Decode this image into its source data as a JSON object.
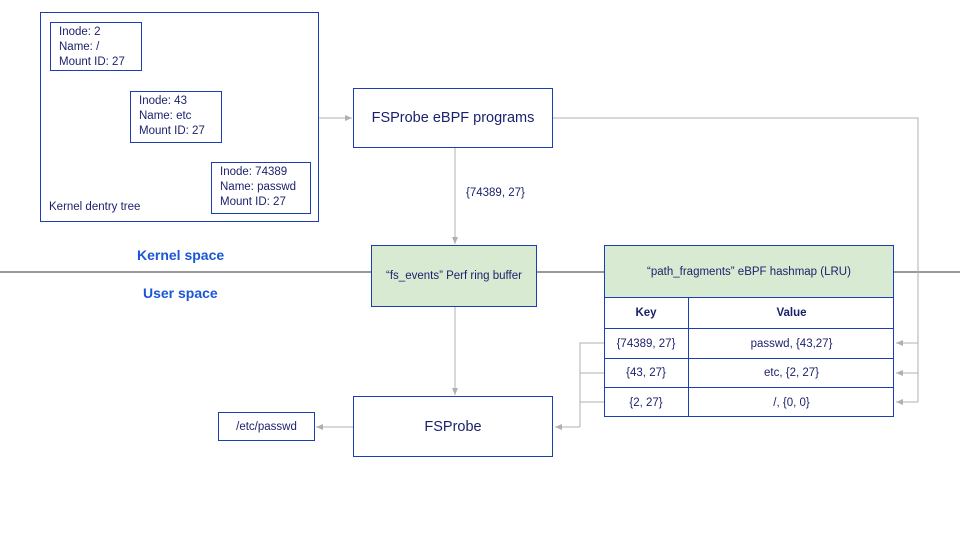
{
  "dentry_tree": {
    "caption": "Kernel dentry tree",
    "nodes": [
      {
        "inode": "Inode: 2",
        "name": "Name: /",
        "mount": "Mount ID: 27"
      },
      {
        "inode": "Inode: 43",
        "name": "Name: etc",
        "mount": "Mount ID: 27"
      },
      {
        "inode": "Inode: 74389",
        "name": "Name: passwd",
        "mount": "Mount ID: 27"
      }
    ]
  },
  "ebpf_programs": "FSProbe eBPF programs",
  "event_label": "{74389, 27}",
  "kernel_space": "Kernel space",
  "user_space": "User space",
  "ring_buffer": "“fs_events” Perf ring buffer",
  "hashmap": {
    "title": "“path_fragments” eBPF hashmap (LRU)",
    "headers": {
      "key": "Key",
      "value": "Value"
    },
    "rows": [
      {
        "key": "{74389, 27}",
        "value": "passwd, {43,27}"
      },
      {
        "key": "{43, 27}",
        "value": "etc, {2, 27}"
      },
      {
        "key": "{2, 27}",
        "value": "/, {0, 0}"
      }
    ]
  },
  "fsprobe": "FSProbe",
  "output_path": "/etc/passwd",
  "colors": {
    "border": "#1a3fb0",
    "green_fill": "#d9ead3",
    "space_label": "#1a56d6",
    "connector": "#b0b0b0",
    "separator": "#333333"
  }
}
